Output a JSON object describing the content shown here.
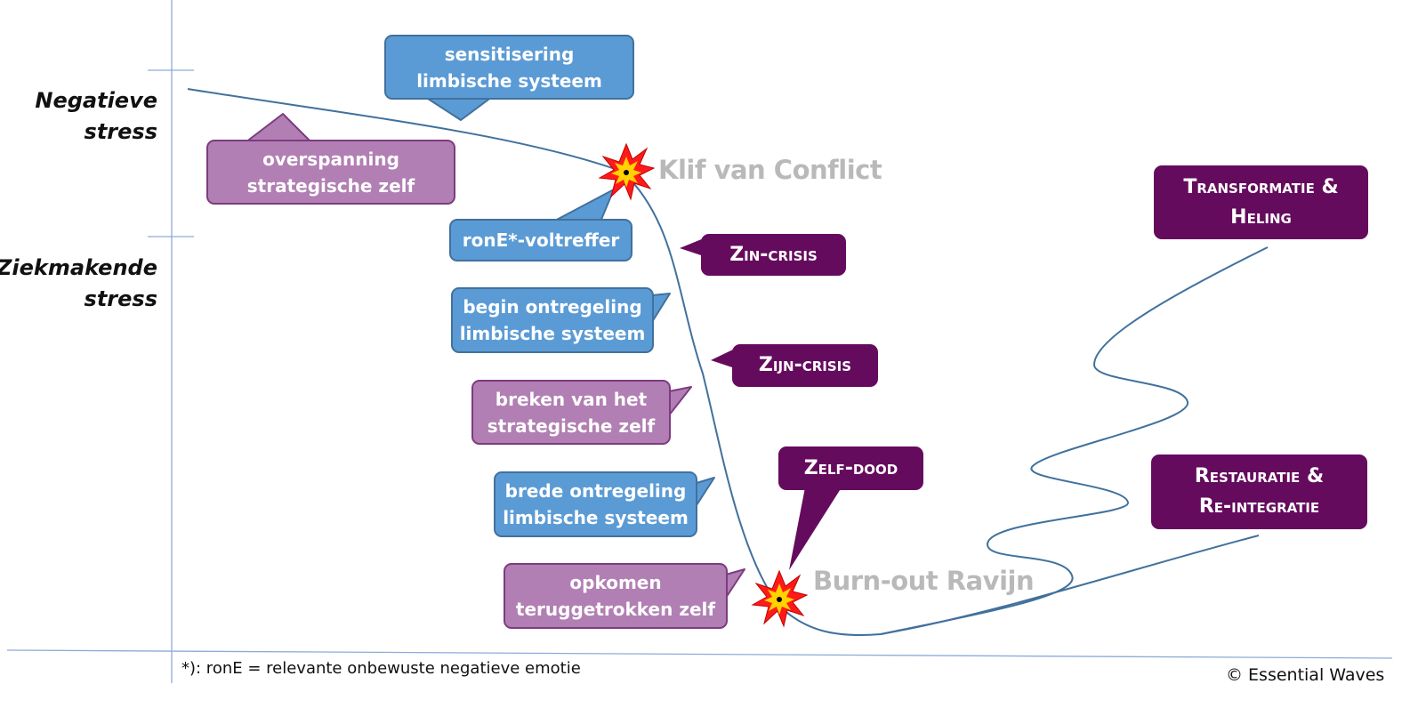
{
  "y_labels": {
    "negatieve": "Negatieve\nstress",
    "ziekmakende": "Ziekmakende\nstress"
  },
  "callouts": {
    "sensitisering": "sensitisering\nlimbische systeem",
    "overspanning": "overspanning\nstrategische zelf",
    "rone": "ronE*-voltreffer",
    "begin_ontregeling": "begin ontregeling\nlimbische systeem",
    "breken": "breken van het\nstrategische zelf",
    "brede_ontregeling": "brede ontregeling\nlimbische systeem",
    "opkomen": "opkomen\nteruggetrokken zelf",
    "zin_crisis": "Zin-crisis",
    "zijn_crisis": "Zijn-crisis",
    "zelf_dood": "Zelf-dood",
    "transformatie": "Transformatie &\nHeling",
    "restauratie": "Restauratie &\nRe-integratie"
  },
  "landmarks": {
    "klif": "Klif van Conflict",
    "ravijn": "Burn-out Ravijn"
  },
  "footnote": "*): ronE = relevante onbewuste negatieve emotie",
  "copyright": "© Essential Waves",
  "colors": {
    "blue_fill": "#5b9bd5",
    "pink_fill": "#b17fb3",
    "purple_fill": "#650b5e",
    "line": "#41719c",
    "axis": "#8eaadb",
    "landmark_text": "#b9b9b9"
  }
}
